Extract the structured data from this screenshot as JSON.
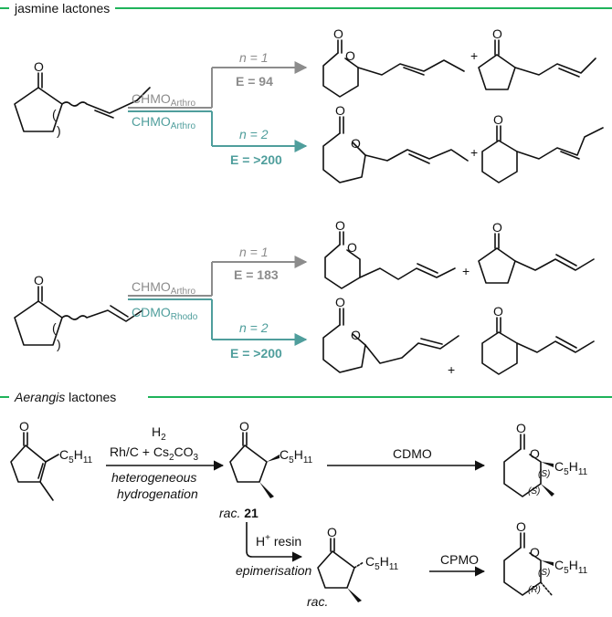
{
  "colors": {
    "rule": "#1fb35a",
    "grey": "#8c8c8c",
    "teal": "#4f9e9c",
    "ink": "#111111"
  },
  "sections": {
    "jasmine": "jasmine lactones",
    "aerangis": "Aerangis",
    "aerangis_suffix": "lactones"
  },
  "panel1": {
    "enzyme_top": "CHMO",
    "enzyme_top_sub": "Arthro",
    "enzyme_bottom": "CHMO",
    "enzyme_bottom_sub": "Arthro",
    "n1": "n = 1",
    "e1": "E = 94",
    "n2": "n = 2",
    "e2": "E = >200"
  },
  "panel2": {
    "enzyme_top": "CHMO",
    "enzyme_top_sub": "Arthro",
    "enzyme_bottom": "CDMO",
    "enzyme_bottom_sub": "Rhodo",
    "n1": "n = 1",
    "e1": "E = 183",
    "n2": "n = 2",
    "e2": "E = >200"
  },
  "atoms": {
    "O": "O",
    "C5": "C",
    "C5_sub1": "5",
    "C5_sub2": "H",
    "C5_sub3": "11",
    "plus": "+",
    "paren_open": "(",
    "paren_close": ")"
  },
  "panel3": {
    "h2": "H",
    "h2_sub": "2",
    "reagents_1": "Rh/C + Cs",
    "reagents_sub1": "2",
    "reagents_2": "CO",
    "reagents_sub2": "3",
    "cond_1": "heterogeneous",
    "cond_2": "hydrogenation",
    "rac21_prefix": "rac.",
    "rac21_num": "21",
    "cdmo": "CDMO",
    "resin": "H",
    "resin_sup": "+",
    "resin_2": " resin",
    "epimerisation": "epimerisation",
    "rac": "rac.",
    "cpmo": "CPMO",
    "s": "(S)",
    "r": "(R)"
  }
}
